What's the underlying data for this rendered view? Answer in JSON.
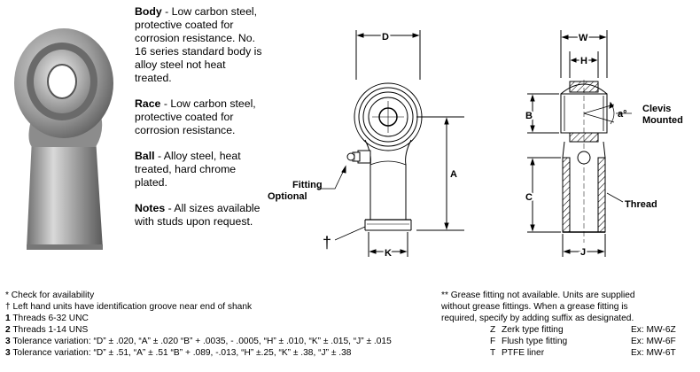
{
  "specs": [
    {
      "term": "Body",
      "text": " - Low carbon steel, protective coated for corrosion resistance. No. 16 series standard body is alloy steel not heat treated."
    },
    {
      "term": "Race",
      "text": " - Low carbon steel, protective coated for corrosion resistance."
    },
    {
      "term": "Ball",
      "text": " - Alloy steel, heat treated, hard chrome plated."
    },
    {
      "term": "Notes",
      "text": " - All sizes available with studs upon request."
    }
  ],
  "diagram_labels": {
    "D": "D",
    "A": "A",
    "K": "K",
    "W": "W",
    "H": "H",
    "B": "B",
    "C": "C",
    "J": "J",
    "angle": "a°",
    "fitting_line1": "Fitting",
    "fitting_line2": "Optional",
    "clevis_line1": "Clevis",
    "clevis_line2": "Mounted",
    "thread": "Thread",
    "dagger": "†"
  },
  "footnotes": {
    "check": "* Check for availability",
    "left_hand": "† Left hand units have identification groove near end of shank",
    "n1_num": "1",
    "n1_text": " Threads 6-32 UNC",
    "n2_num": "2",
    "n2_text": " Threads 1-14 UNS",
    "n3_num": "3",
    "n3_text": " Tolerance variation: “D” ± .020, “A” ± .020 “B” + .0035, - .0005, “H” ± .010, “K” ± .015, “J” ± .015",
    "n4_num": "3",
    "n4_text": " Tolerance variation: “D” ± .51, “A” ± .51 “B” + .089, -.013, “H” ±.25, “K” ± .38, “J” ± .38"
  },
  "grease": {
    "line1": "** Grease fitting not available. Units are supplied",
    "line2": "without grease fittings.  When a grease fitting is",
    "line3": "required, specify by adding suffix as designated.",
    "rows": [
      {
        "code": "Z",
        "desc": "Zerk type fitting",
        "ex": "Ex: MW-6Z"
      },
      {
        "code": "F",
        "desc": "Flush type fitting",
        "ex": "Ex: MW-6F"
      },
      {
        "code": "T",
        "desc": "PTFE liner",
        "ex": "Ex: MW-6T"
      }
    ]
  }
}
